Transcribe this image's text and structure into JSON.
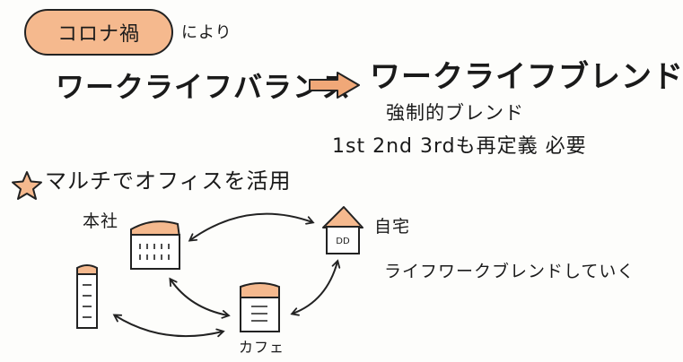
{
  "header": {
    "bubble_text": "コロナ禍",
    "suffix": "により"
  },
  "transition": {
    "from": "ワークライフバランス",
    "to": "ワークライフブレンド",
    "sub_line1": "強制的ブレンド",
    "sub_line2": "1st 2nd 3rdも再定義 必要"
  },
  "section": {
    "heading": "マルチでオフィスを活用"
  },
  "places": {
    "headquarters": "本社",
    "home": "自宅",
    "home_sign": "DD",
    "cafe": "カフェ"
  },
  "note": "ライフワークブレンドしていく",
  "colors": {
    "accent_fill": "#f5b98e",
    "arrow_fill": "#f0a878",
    "ink": "#1a1a1a"
  }
}
